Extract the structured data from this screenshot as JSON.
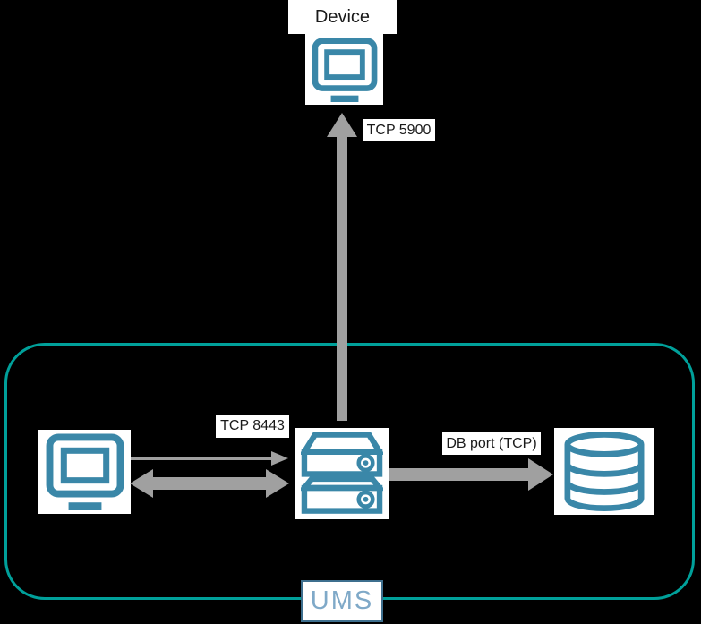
{
  "diagram": {
    "type": "network-port-diagram",
    "container": {
      "label": "UMS"
    },
    "nodes": {
      "device": {
        "label": "Device",
        "icon": "monitor-icon"
      },
      "console": {
        "icon": "monitor-icon"
      },
      "server": {
        "icon": "server-icon"
      },
      "database": {
        "icon": "database-icon"
      }
    },
    "connections": {
      "server_to_device": {
        "label": "TCP 5900",
        "direction": "up",
        "style": "thick"
      },
      "console_to_server_thin": {
        "label": "TCP 8443",
        "direction": "right",
        "style": "thin"
      },
      "console_server_bidirectional": {
        "direction": "both",
        "style": "thick"
      },
      "server_to_database": {
        "label": "DB port (TCP)",
        "direction": "right",
        "style": "thick"
      }
    },
    "colors": {
      "background": "#000000",
      "container_border": "#00a09a",
      "icon_stroke": "#3a87a8",
      "arrow_gray": "#a0a0a0",
      "label_text": "#1a1a1a",
      "ums_badge_border": "#3e6f8e",
      "ums_badge_text": "#7fa9c8",
      "node_background": "#ffffff"
    }
  }
}
